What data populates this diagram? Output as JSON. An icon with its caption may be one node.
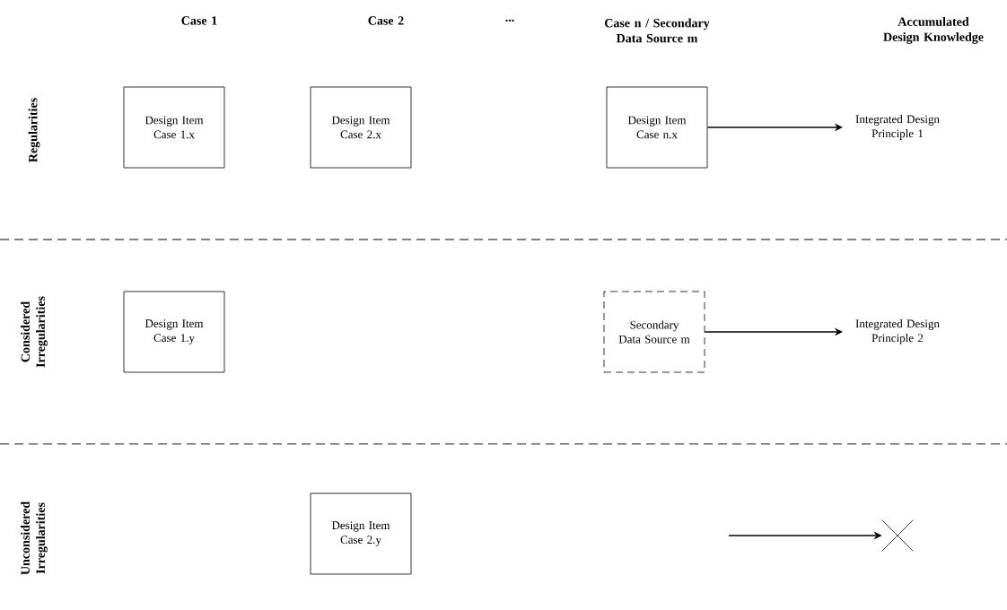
{
  "diagram": {
    "nodes": [
      {
        "text": [
          "Design Item Case 1.x"
        ]
      },
      {
        "text": [
          "Design Item Case 2.x"
        ]
      },
      {
        "text": [
          "Design Item Case n.x"
        ]
      },
      {
        "text": [
          "Integrated Design Principle 1"
        ]
      },
      {
        "text": [
          "Design Item Case 1.y"
        ]
      },
      {
        "text": [
          "Secondary Data Source m"
        ]
      },
      {
        "text": [
          "Integrated Design Principle 2"
        ]
      },
      {
        "text": [
          "Design Item Case 2.y"
        ]
      },
      {
        "text": [],
        "shape": "cross"
      }
    ],
    "edges": [
      {
        "from": 2,
        "to": 3,
        "arrow": "to"
      },
      {
        "from": 5,
        "to": 6,
        "arrow": "to"
      },
      {
        "from": null,
        "to": 8,
        "arrow": "to"
      }
    ],
    "labels": [
      "Case 1",
      "Case 2",
      "...",
      "Case n / Secondary Data Source m",
      "Accumulated Design Knowledge",
      "Regularities",
      "Considered Irregularities",
      "Unconsidered Irregularities"
    ]
  }
}
